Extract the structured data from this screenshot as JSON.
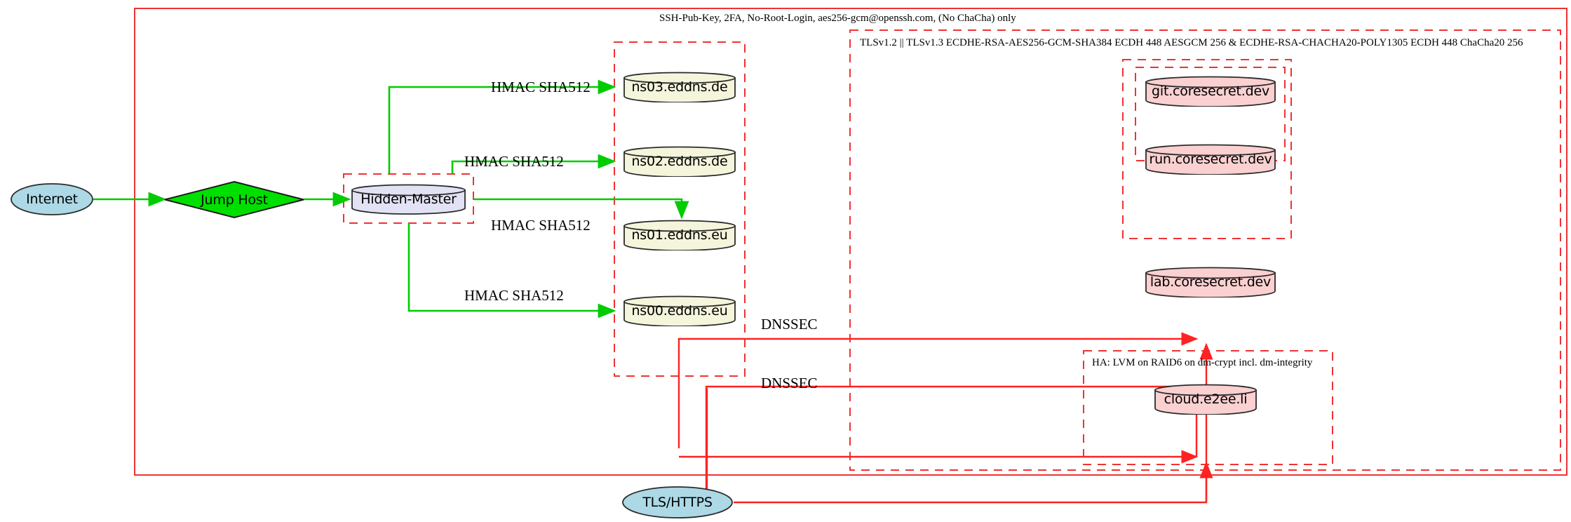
{
  "diagram": {
    "title_top": "SSH-Pub-Key, 2FA, No-Root-Login, aes256-gcm@openssh.com, (No ChaCha) only",
    "tls_cluster_label": "TLSv1.2 || TLSv1.3 ECDHE-RSA-AES256-GCM-SHA384 ECDH 448 AESGCM 256 & ECDHE-RSA-CHACHA20-POLY1305 ECDH 448 ChaCha20 256",
    "ha_cluster_label": "HA: LVM on RAID6 on dm-crypt incl. dm-integrity"
  },
  "nodes": {
    "internet": {
      "label": "Internet",
      "shape": "ellipse",
      "fill": "#add8e6"
    },
    "jump_host": {
      "label": "Jump Host",
      "shape": "diamond",
      "fill": "#00e000"
    },
    "hidden_master": {
      "label": "Hidden-Master",
      "shape": "cylinder",
      "fill": "#e2e2f5"
    },
    "tls_https": {
      "label": "TLS/HTTPS",
      "shape": "ellipse",
      "fill": "#add8e6"
    },
    "ns03": {
      "label": "ns03.eddns.de",
      "shape": "cylinder",
      "fill": "#f5f5dc"
    },
    "ns02": {
      "label": "ns02.eddns.de",
      "shape": "cylinder",
      "fill": "#f5f5dc"
    },
    "ns01": {
      "label": "ns01.eddns.eu",
      "shape": "cylinder",
      "fill": "#f5f5dc"
    },
    "ns00": {
      "label": "ns00.eddns.eu",
      "shape": "cylinder",
      "fill": "#f5f5dc"
    },
    "git": {
      "label": "git.coresecret.dev",
      "shape": "cylinder",
      "fill": "#fbd0d0"
    },
    "run": {
      "label": "run.coresecret.dev",
      "shape": "cylinder",
      "fill": "#fbd0d0"
    },
    "lab": {
      "label": "lab.coresecret.dev",
      "shape": "cylinder",
      "fill": "#fbd0d0"
    },
    "cloud": {
      "label": "cloud.e2ee.li",
      "shape": "cylinder",
      "fill": "#fbd0d0"
    }
  },
  "edge_labels": {
    "hmac_ns03": "HMAC SHA512",
    "hmac_ns02": "HMAC SHA512",
    "hmac_ns01": "HMAC SHA512",
    "hmac_ns00": "HMAC SHA512",
    "dnssec_upper": "DNSSEC",
    "dnssec_lower": "DNSSEC"
  },
  "colors": {
    "edge_green": "#00cc00",
    "edge_red": "#ff2222",
    "cluster_red": "#ee3333",
    "node_stroke": "#2b2b2b"
  }
}
